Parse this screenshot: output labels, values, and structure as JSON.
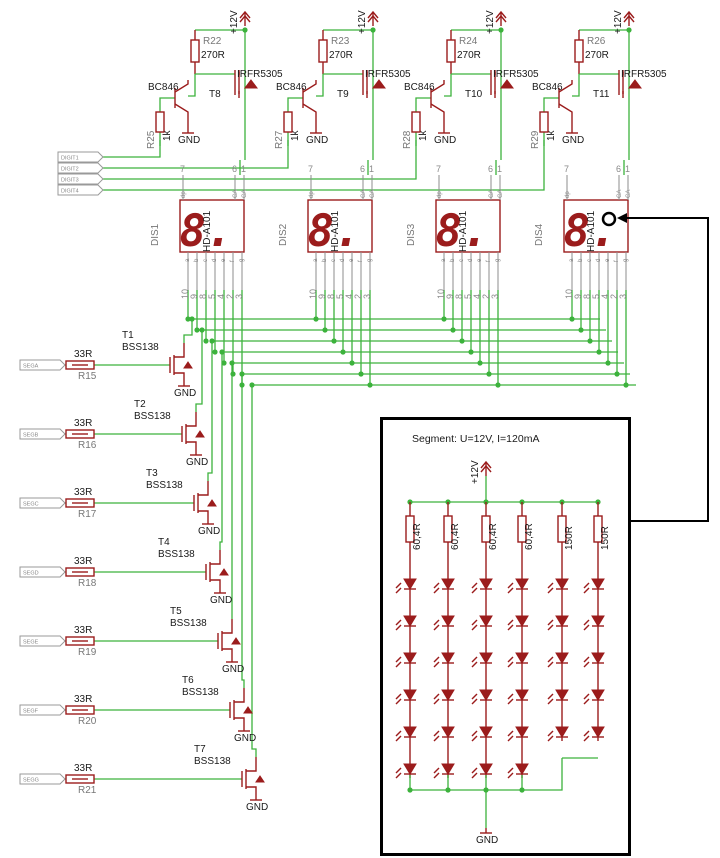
{
  "supply": {
    "vcc": "+12V",
    "gnd": "GND"
  },
  "digit_drivers": [
    {
      "ref_res": "R22",
      "res_value": "270R",
      "pmos_ref": "T8",
      "pmos_part": "IRFR5305",
      "npn_part": "BC846",
      "base_res": "R25",
      "base_res_value": "1k"
    },
    {
      "ref_res": "R23",
      "res_value": "270R",
      "pmos_ref": "T9",
      "pmos_part": "IRFR5305",
      "npn_part": "BC846",
      "base_res": "R27",
      "base_res_value": "1k"
    },
    {
      "ref_res": "R24",
      "res_value": "270R",
      "pmos_ref": "T10",
      "pmos_part": "IRFR5305",
      "npn_part": "BC846",
      "base_res": "R28",
      "base_res_value": "1k"
    },
    {
      "ref_res": "R26",
      "res_value": "270R",
      "pmos_ref": "T11",
      "pmos_part": "IRFR5305",
      "npn_part": "BC846",
      "base_res": "R29",
      "base_res_value": "1k"
    }
  ],
  "digit_ports": [
    "DIGIT1",
    "DIGIT2",
    "DIGIT3",
    "DIGIT4"
  ],
  "displays": [
    {
      "ref": "DIS1",
      "part": "HD-A101"
    },
    {
      "ref": "DIS2",
      "part": "HD-A101"
    },
    {
      "ref": "DIS3",
      "part": "HD-A101"
    },
    {
      "ref": "DIS4",
      "part": "HD-A101"
    }
  ],
  "display_glyph": "8.",
  "display_pin_numbers_bottom": [
    "10",
    "9",
    "8",
    "5",
    "4",
    "2",
    "3"
  ],
  "display_pin_names_bottom": [
    "a",
    "b",
    "c",
    "d",
    "e",
    "f",
    "g"
  ],
  "display_pin_numbers_top": [
    "7",
    "6",
    "1"
  ],
  "display_pin_names_top": [
    "dp",
    "CA",
    "CA"
  ],
  "segment_drivers": [
    {
      "fet_ref": "T1",
      "fet_part": "BSS138",
      "res_ref": "R15",
      "res_value": "33R",
      "port": "SEGA"
    },
    {
      "fet_ref": "T2",
      "fet_part": "BSS138",
      "res_ref": "R16",
      "res_value": "33R",
      "port": "SEGB"
    },
    {
      "fet_ref": "T3",
      "fet_part": "BSS138",
      "res_ref": "R17",
      "res_value": "33R",
      "port": "SEGC"
    },
    {
      "fet_ref": "T4",
      "fet_part": "BSS138",
      "res_ref": "R18",
      "res_value": "33R",
      "port": "SEGD"
    },
    {
      "fet_ref": "T5",
      "fet_part": "BSS138",
      "res_ref": "R19",
      "res_value": "33R",
      "port": "SEGE"
    },
    {
      "fet_ref": "T6",
      "fet_part": "BSS138",
      "res_ref": "R20",
      "res_value": "33R",
      "port": "SEGF"
    },
    {
      "fet_ref": "T7",
      "fet_part": "BSS138",
      "res_ref": "R21",
      "res_value": "33R",
      "port": "SEGG"
    }
  ],
  "detail": {
    "title": "Segment: U=12V, I=120mA",
    "vcc": "+12V",
    "gnd": "GND",
    "resistors": [
      "60,4R",
      "60,4R",
      "60,4R",
      "60,4R",
      "150R",
      "150R"
    ]
  },
  "colors": {
    "wire": "#3cb23c",
    "symbol": "#9b1c1c",
    "pin": "#8e8e8e",
    "callout": "#000000"
  }
}
